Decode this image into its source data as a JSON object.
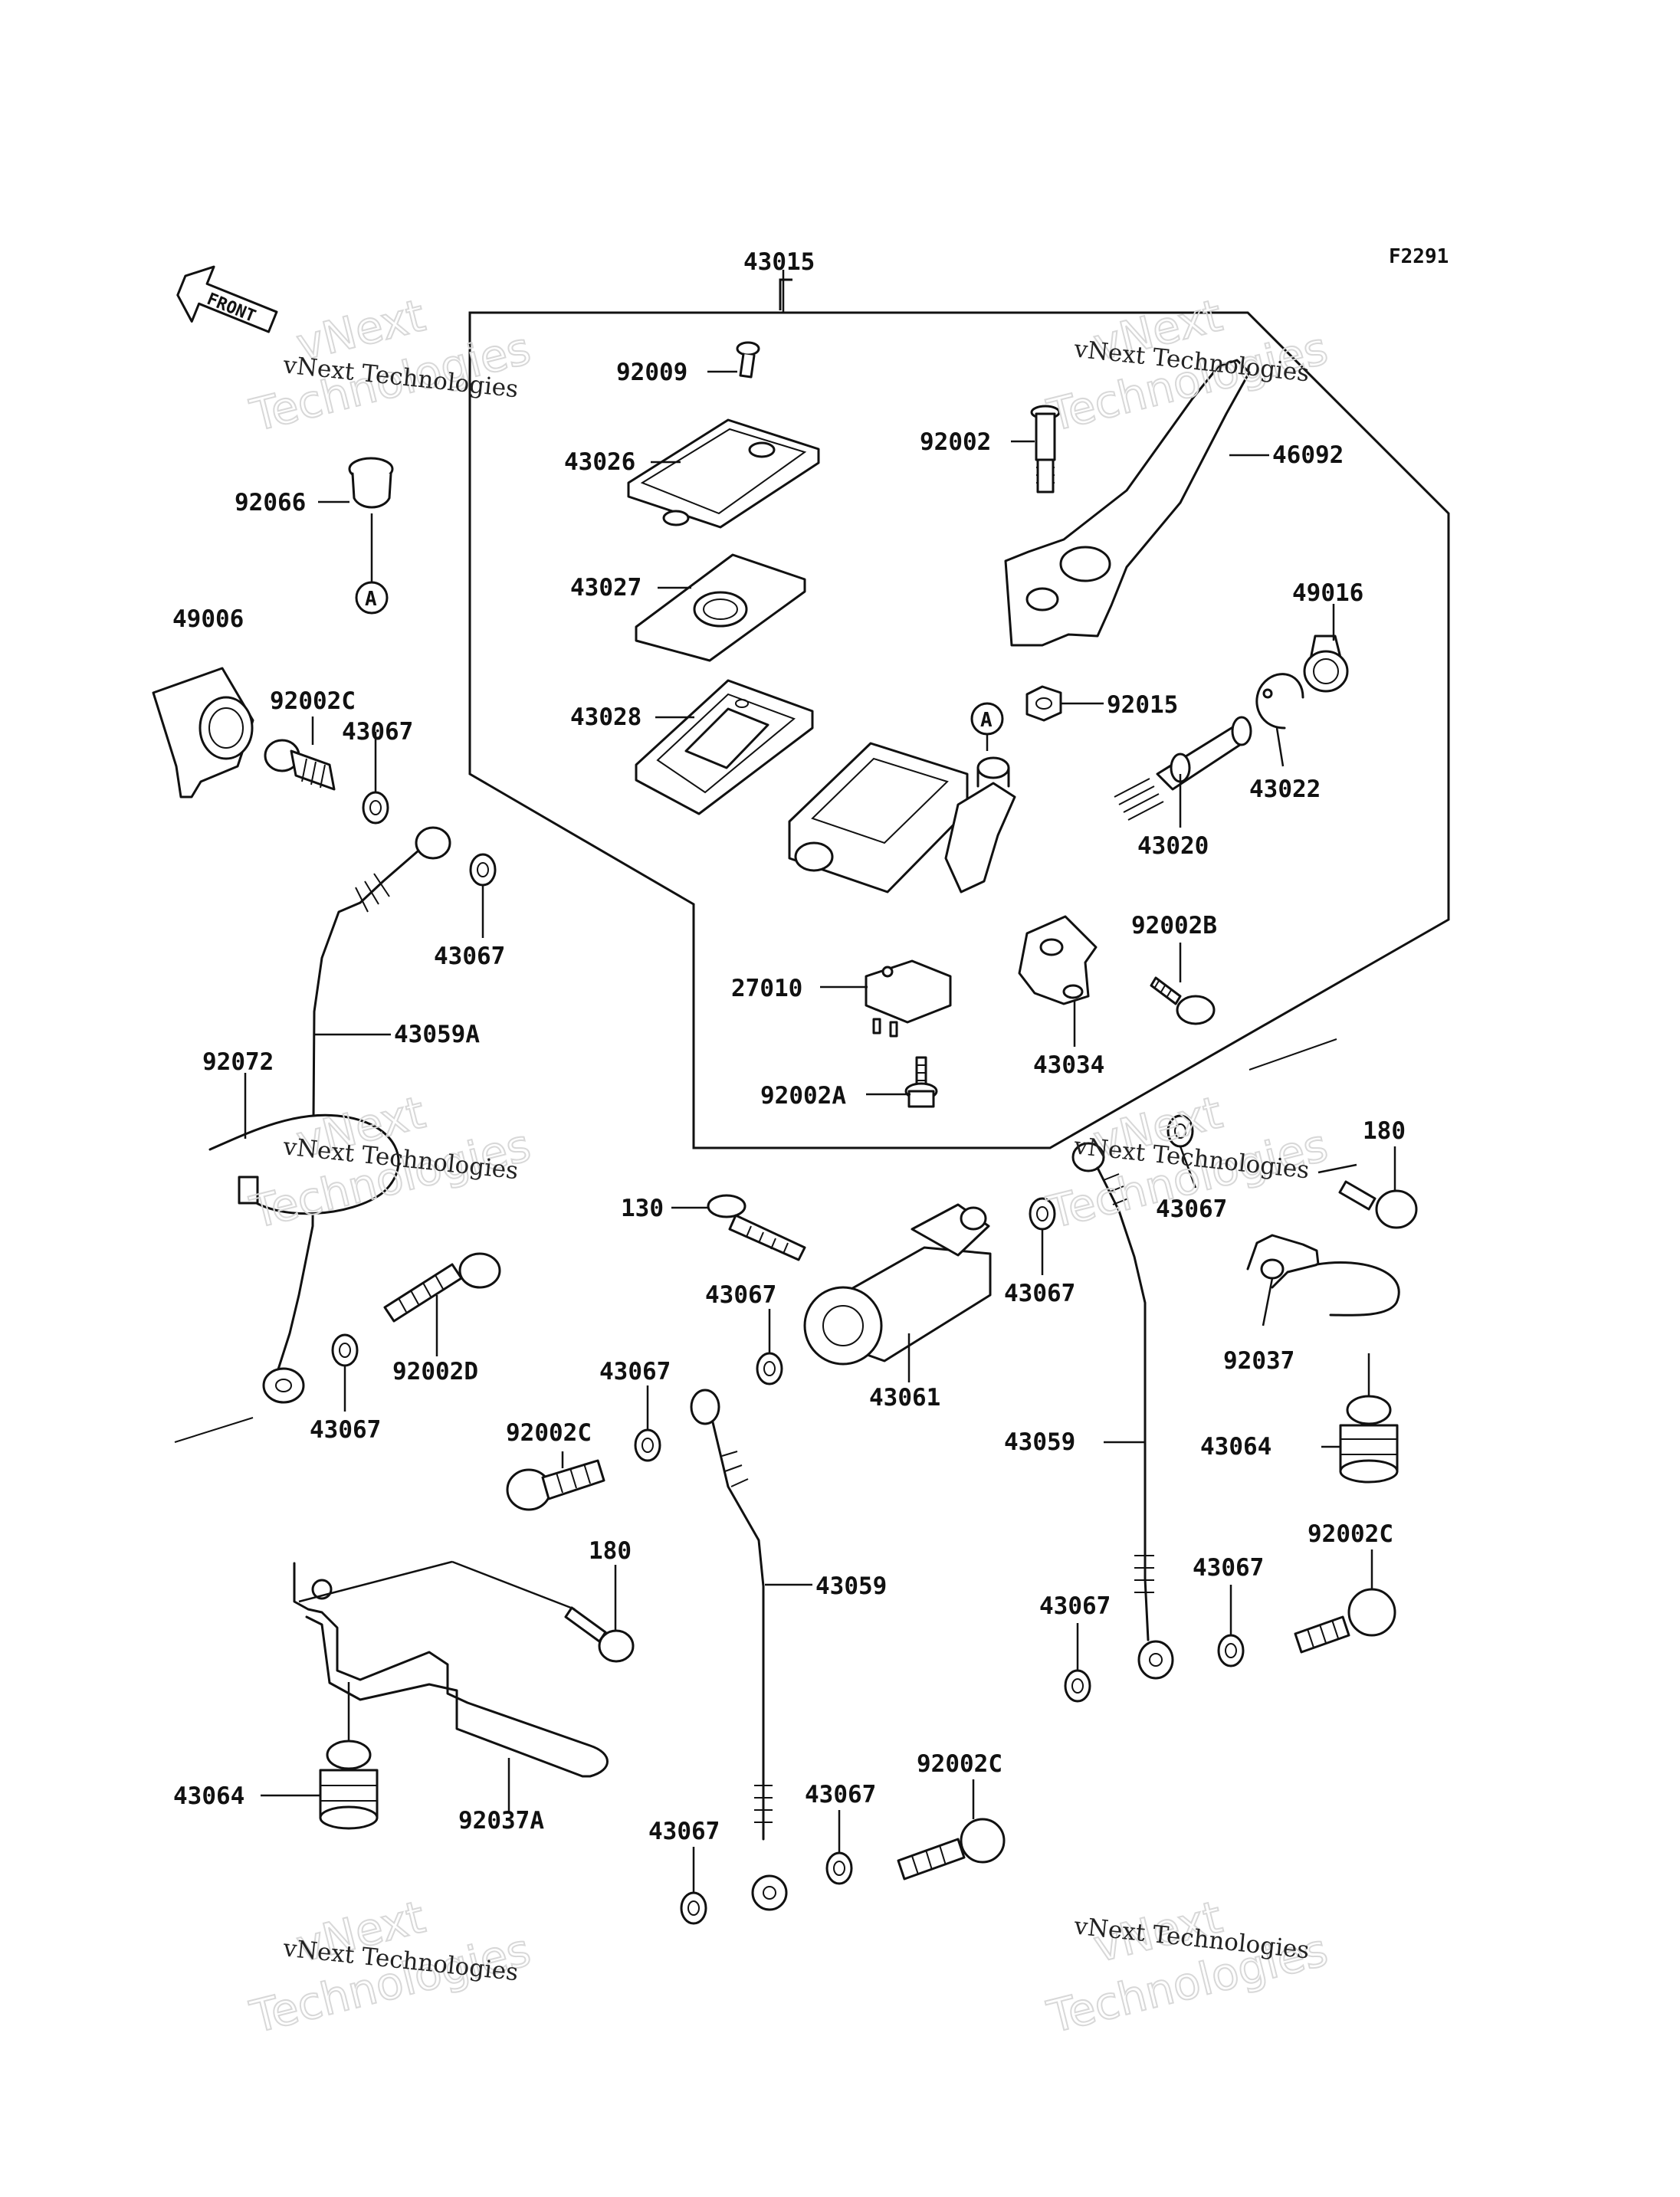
{
  "page": {
    "code": "F2291",
    "front_label": "FRONT"
  },
  "watermark": {
    "line1": "vNext",
    "line2": "Technologies"
  },
  "callout_letter": "A",
  "labels": [
    "43015",
    "92009",
    "43026",
    "43027",
    "43028",
    "92002",
    "46092",
    "49016",
    "92015",
    "43022",
    "43020",
    "92002B",
    "43034",
    "27010",
    "92002A",
    "92066",
    "49006",
    "92002C",
    "43067",
    "43067",
    "43059A",
    "92072",
    "43067",
    "92002D",
    "130",
    "43067",
    "43061",
    "43067",
    "92002C",
    "180",
    "43059",
    "92037A",
    "43064",
    "43067",
    "43067",
    "92002C",
    "43067",
    "43067",
    "180",
    "92037",
    "43064",
    "43059",
    "43067",
    "43067",
    "92002C"
  ]
}
